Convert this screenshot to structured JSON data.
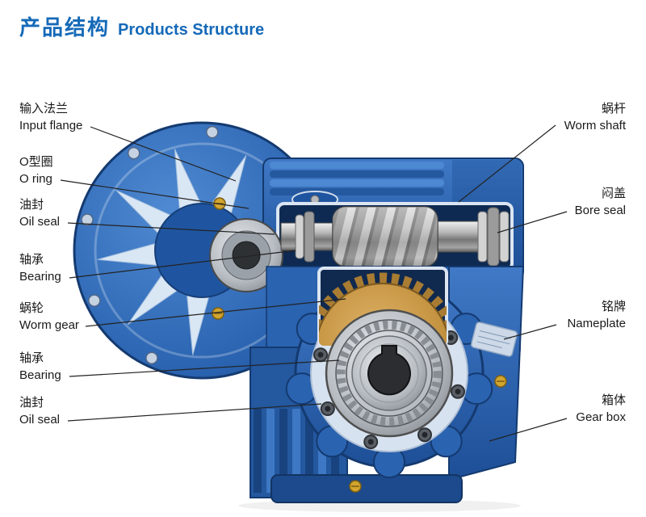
{
  "title": {
    "zh": "产品结构",
    "en": "Products Structure"
  },
  "labels": {
    "left": [
      {
        "id": "input-flange",
        "zh": "输入法兰",
        "en": "Input flange"
      },
      {
        "id": "o-ring",
        "zh": "O型圈",
        "en": "O ring"
      },
      {
        "id": "oil-seal-top",
        "zh": "油封",
        "en": "Oil seal"
      },
      {
        "id": "bearing-top",
        "zh": "轴承",
        "en": "Bearing"
      },
      {
        "id": "worm-gear",
        "zh": "蜗轮",
        "en": "Worm gear"
      },
      {
        "id": "bearing-bottom",
        "zh": "轴承",
        "en": "Bearing"
      },
      {
        "id": "oil-seal-bottom",
        "zh": "油封",
        "en": "Oil seal"
      }
    ],
    "right": [
      {
        "id": "worm-shaft",
        "zh": "蜗杆",
        "en": "Worm shaft"
      },
      {
        "id": "bore-seal",
        "zh": "闷盖",
        "en": "Bore seal"
      },
      {
        "id": "nameplate",
        "zh": "铭牌",
        "en": "Nameplate"
      },
      {
        "id": "gear-box",
        "zh": "箱体",
        "en": "Gear box"
      }
    ]
  },
  "illustration": {
    "subject": "worm gearbox cutaway",
    "colors": {
      "title_blue": "#1569b8",
      "housing_blue": "#2a63b0",
      "housing_dark": "#143a70",
      "flange_pale": "#d9e6f4",
      "gear_bronze": "#c2913e",
      "metal_gray": "#9a9a9a",
      "leader_line": "#222222"
    }
  }
}
